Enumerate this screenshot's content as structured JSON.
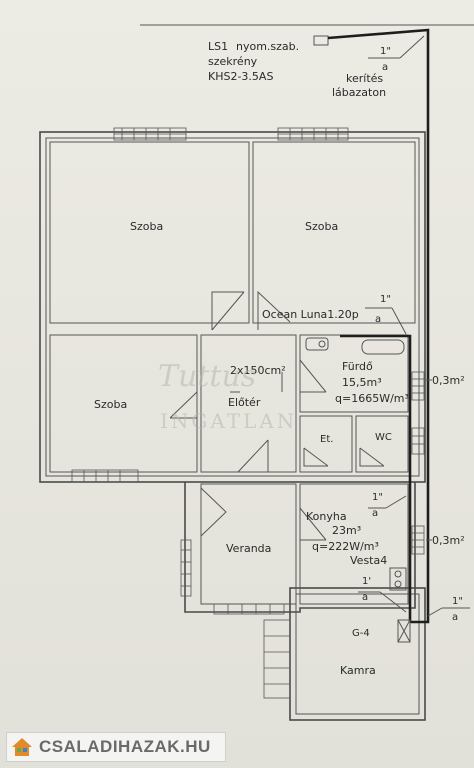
{
  "labels": {
    "ls1": "LS1",
    "line1": "nyom.szab.",
    "line2": "szekrény",
    "line3": "KHS2-3.5AS",
    "kerites": "kerítés",
    "labazaton": "lábazaton",
    "pipe_size_top": "1\"",
    "pipe_a_top": "a",
    "ocean": "Ocean Luna1.20p",
    "pipe_size_mid": "1\"",
    "pipe_a_mid": "a",
    "room_szoba_1": "Szoba",
    "room_szoba_2": "Szoba",
    "room_szoba_3": "Szoba",
    "radiator": "2x150cm²",
    "eloter": "Előtér",
    "furdo_name": "Fürdő",
    "furdo_volume": "15,5m³",
    "furdo_q": "q=1665W/m³",
    "area_1": "0,3m²",
    "room_et": "Et.",
    "room_wc": "WC",
    "pipe_size_k": "1\"",
    "pipe_a_k": "a",
    "konyha_name": "Konyha",
    "konyha_volume": "23m³",
    "konyha_q": "q=222W/m³",
    "vesta": "Vesta4",
    "area_2": "0,3m²",
    "veranda": "Veranda",
    "pipe_size_v": "1'",
    "pipe_a_v": "a",
    "pipe_size_r": "1\"",
    "pipe_a_r": "a",
    "g4": "G-4",
    "kamra": "Kamra",
    "watermark_1": "Tuttus",
    "watermark_2": "INGATLAN",
    "logo": "CSALADIHAZAK.HU"
  }
}
